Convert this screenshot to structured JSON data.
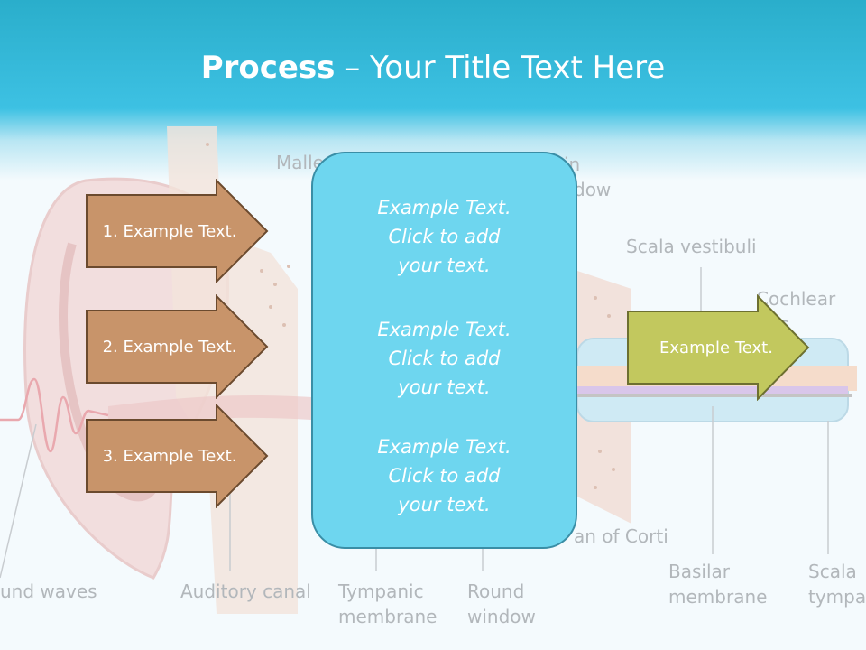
{
  "title": {
    "bold": "Process",
    "rest": " – Your Title Text Here"
  },
  "background_labels": {
    "malleus": "Malle",
    "oval_window_top": "in",
    "oval_window_bottom": "dow",
    "scala_vestibuli": "Scala vestibuli",
    "cochlear_duct": "Cochlear duc",
    "organ_of_corti": "an of Corti",
    "sound_waves": "und waves",
    "auditory_canal": "Auditory canal",
    "tympanic_membrane_1": "Tympanic",
    "tympanic_membrane_2": "membrane",
    "round_window_1": "Round",
    "round_window_2": "window",
    "basilar_membrane_1": "Basilar",
    "basilar_membrane_2": "membrane",
    "scala_tympani_1": "Scala",
    "scala_tympani_2": "tympar"
  },
  "left_arrows": [
    {
      "label": "1. Example Text."
    },
    {
      "label": "2. Example Text."
    },
    {
      "label": "3. Example Text."
    }
  ],
  "center_box": [
    {
      "line1": "Example Text.",
      "line2": "Click  to add",
      "line3": "your text."
    },
    {
      "line1": "Example Text.",
      "line2": "Click  to add",
      "line3": "your text."
    },
    {
      "line1": "Example Text.",
      "line2": "Click  to add",
      "line3": "your text."
    }
  ],
  "right_arrow": {
    "label": "Example Text."
  },
  "colors": {
    "header": "#3dc1e3",
    "left_arrow_fill": "#c8946a",
    "left_arrow_border": "#6b4a2e",
    "center_box_fill": "#6ed6ef",
    "center_box_border": "#3a8ea6",
    "right_arrow_fill": "#c2c85e",
    "right_arrow_border": "#6d7030"
  }
}
